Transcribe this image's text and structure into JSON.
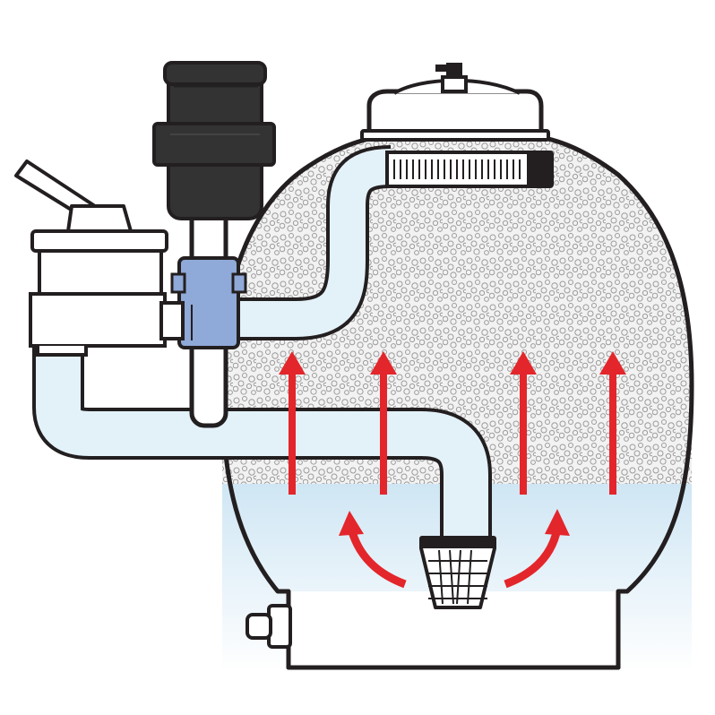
{
  "diagram": {
    "subject": "sand-filter-backwash-flow",
    "components": [
      {
        "id": "filter-tank",
        "icon": "tank-icon"
      },
      {
        "id": "tank-lid",
        "icon": "lid-icon"
      },
      {
        "id": "air-relief-valve",
        "icon": "valve-knob-icon"
      },
      {
        "id": "multiport-valve",
        "icon": "valve-handle-icon"
      },
      {
        "id": "pump-strainer",
        "icon": "canister-icon"
      },
      {
        "id": "pipe-union",
        "icon": "union-icon"
      },
      {
        "id": "top-diffuser",
        "icon": "slotted-diffuser-icon"
      },
      {
        "id": "bottom-lateral",
        "icon": "basket-icon"
      },
      {
        "id": "drain-plug",
        "icon": "plug-icon"
      }
    ],
    "flow": {
      "direction": "upward",
      "arrow_count": 6
    },
    "colors": {
      "outline": "#231f20",
      "sand_fill": "#f2f2f2",
      "sand_dots": "#9b9b9b",
      "water": "#d7ecf7",
      "pipe_fill": "#e3f1f9",
      "arrow": "#e3262b",
      "union": "#8fa9d8",
      "dark_body": "#333333",
      "white": "#ffffff"
    }
  }
}
